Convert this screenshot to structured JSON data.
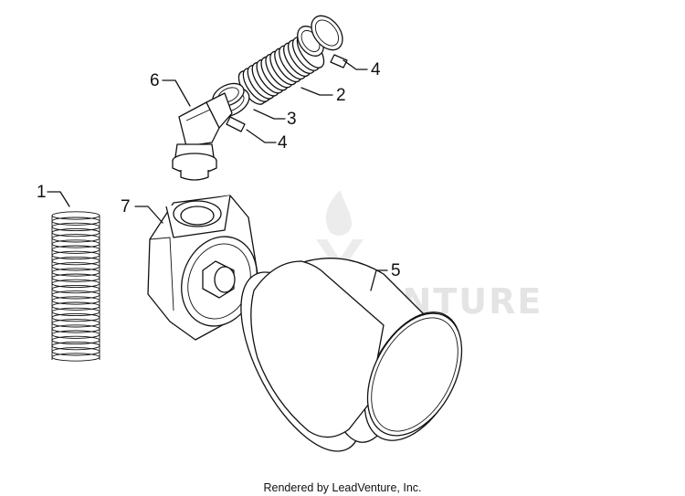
{
  "callouts": {
    "c1": "1",
    "c2": "2",
    "c3": "3",
    "c4a": "4",
    "c4b": "4",
    "c5": "5",
    "c6": "6",
    "c7": "7"
  },
  "footer": "Rendered by LeadVenture, Inc.",
  "watermark": "LEADVENTURE",
  "colors": {
    "line": "#111111",
    "watermark": "#e4e4e4",
    "background": "#ffffff"
  }
}
